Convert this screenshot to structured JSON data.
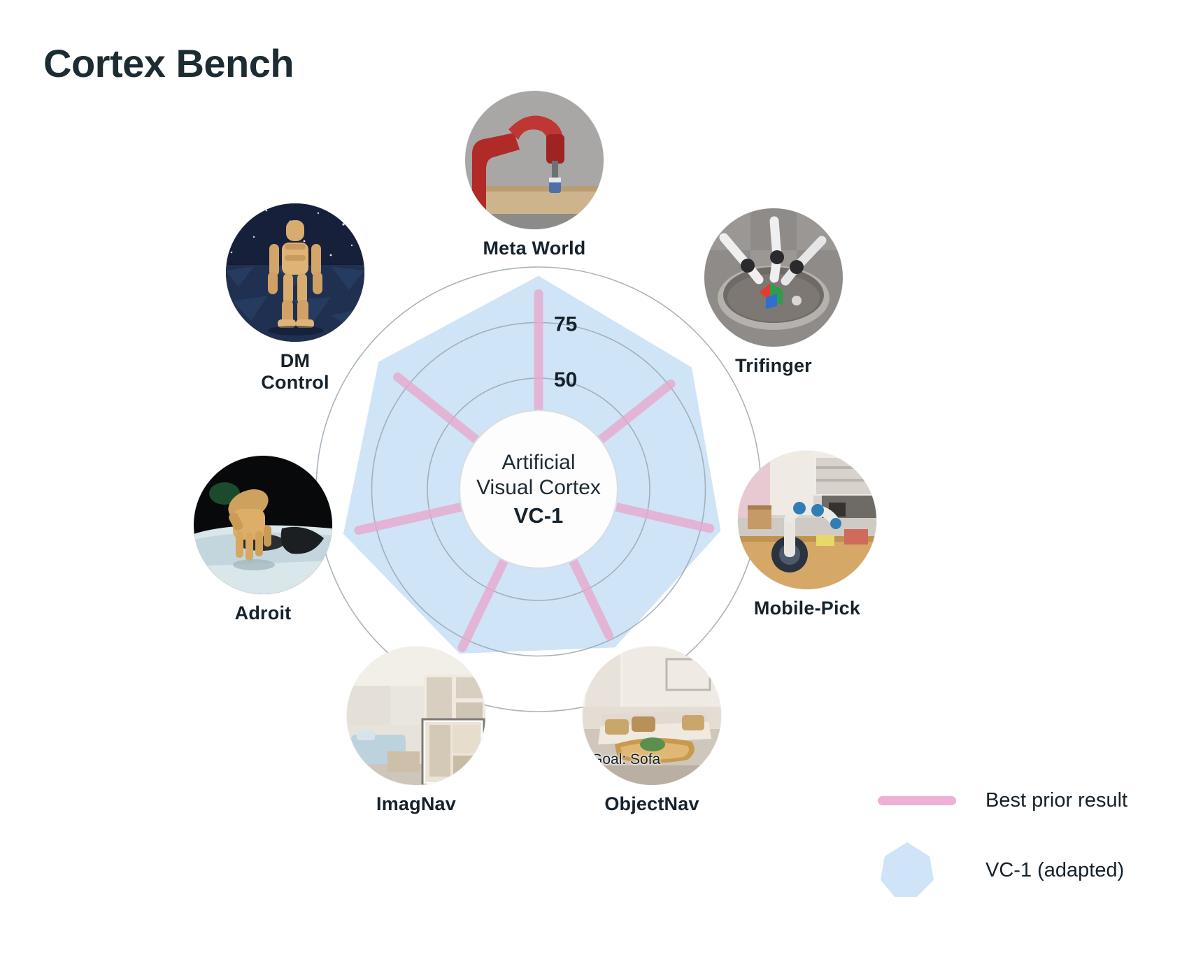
{
  "title": "Cortex Bench",
  "center": {
    "line1": "Artificial",
    "line2": "Visual Cortex",
    "line3": "VC-1"
  },
  "legend": {
    "best_prior": "Best prior result",
    "vc1": "VC-1 (adapted)",
    "line_color": "#eeb0d4",
    "area_color": "#cfe4f7"
  },
  "overlays": {
    "objectnav_goal": "Goal: Sofa"
  },
  "chart_data": {
    "type": "radar",
    "title": "Cortex Bench",
    "categories": [
      "Meta World",
      "Trifinger",
      "Mobile-Pick",
      "ObjectNav",
      "ImagNav",
      "Adroit",
      "DM Control"
    ],
    "tick_labels": [
      "50",
      "75"
    ],
    "ticks": [
      50,
      75
    ],
    "rmin": 0,
    "rmax": 100,
    "grid": true,
    "legend_position": "bottom-right",
    "series": [
      {
        "name": "VC-1 (adapted)",
        "type": "area",
        "color": "#cfe4f7",
        "values": [
          96,
          88,
          84,
          79,
          82,
          90,
          92
        ]
      },
      {
        "name": "Best prior result",
        "type": "spoke",
        "color": "#eeb0d4",
        "values": [
          88,
          76,
          79,
          73,
          79,
          83,
          81
        ]
      }
    ]
  },
  "nodes": [
    {
      "id": "meta-world",
      "label": "Meta World",
      "label_lines": [
        "Meta World"
      ],
      "icon": "meta-world-thumbnail"
    },
    {
      "id": "trifinger",
      "label": "Trifinger",
      "label_lines": [
        "Trifinger"
      ],
      "icon": "trifinger-thumbnail"
    },
    {
      "id": "mobile-pick",
      "label": "Mobile-Pick",
      "label_lines": [
        "Mobile-Pick"
      ],
      "icon": "mobile-pick-thumbnail"
    },
    {
      "id": "objectnav",
      "label": "ObjectNav",
      "label_lines": [
        "ObjectNav"
      ],
      "icon": "objectnav-thumbnail"
    },
    {
      "id": "imagnav",
      "label": "ImagNav",
      "label_lines": [
        "ImagNav"
      ],
      "icon": "imagnav-thumbnail"
    },
    {
      "id": "adroit",
      "label": "Adroit",
      "label_lines": [
        "Adroit"
      ],
      "icon": "adroit-thumbnail"
    },
    {
      "id": "dm-control",
      "label": "DM Control",
      "label_lines": [
        "DM",
        "Control"
      ],
      "icon": "dm-control-thumbnail"
    }
  ]
}
